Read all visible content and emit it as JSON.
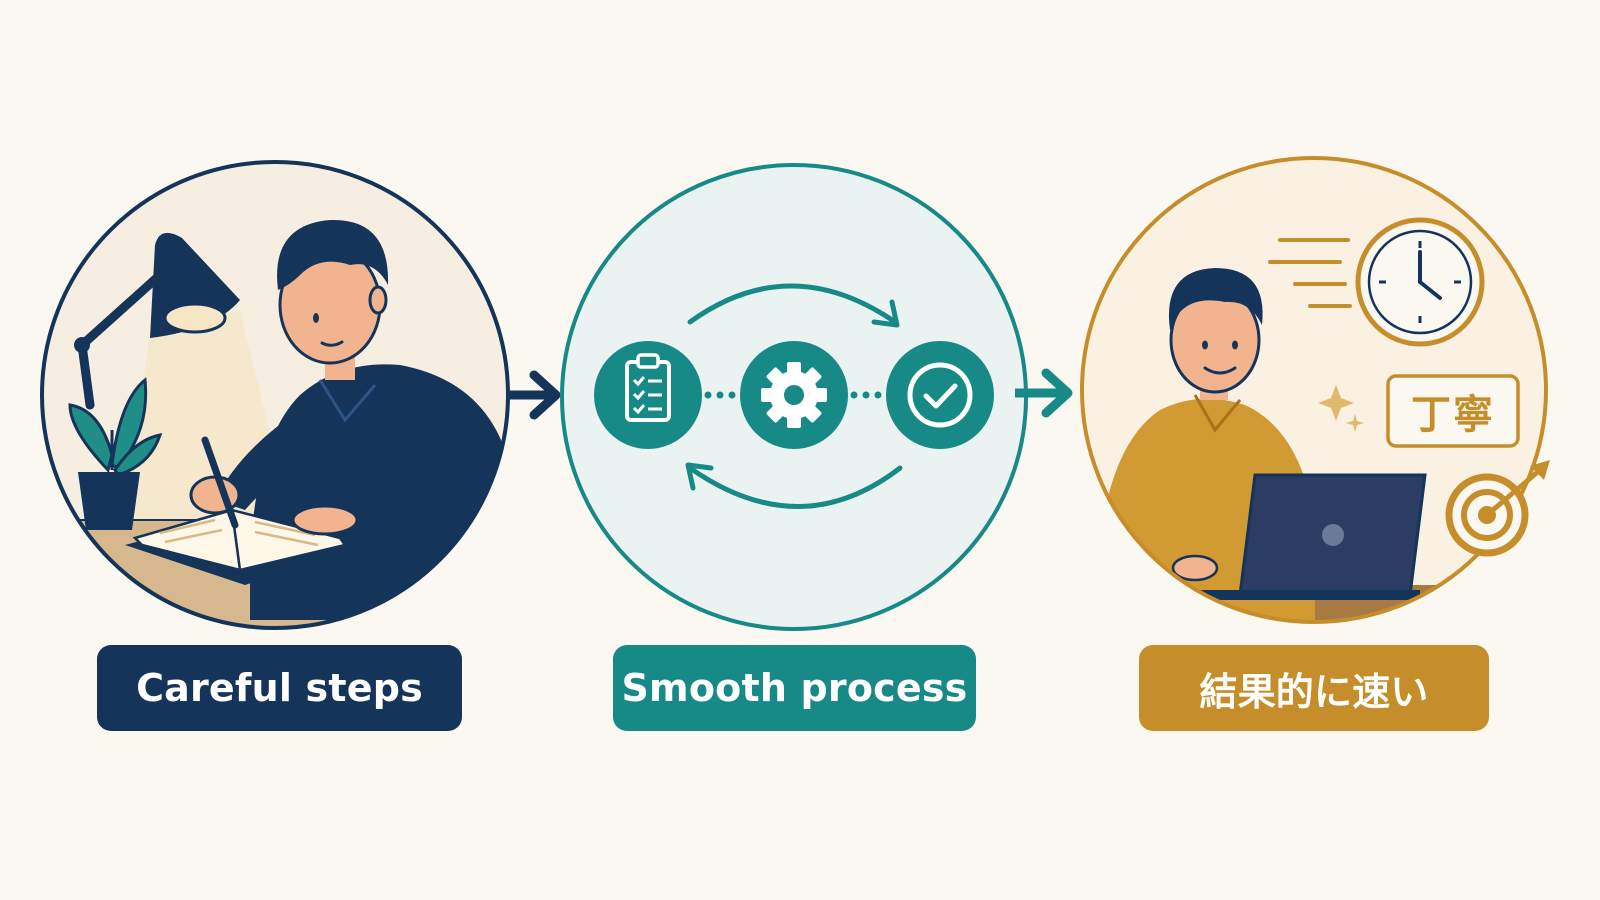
{
  "steps": [
    {
      "label": "Careful steps"
    },
    {
      "label": "Smooth process"
    },
    {
      "label": "結果的に速い"
    }
  ],
  "badge": {
    "text": "丁寧"
  },
  "colors": {
    "navy": "#15345a",
    "teal": "#178a87",
    "gold": "#c68e2b",
    "background": "#fbf8f2"
  },
  "icons": [
    "desk-lamp-icon",
    "potted-plant-icon",
    "open-notebook-icon",
    "pen-icon",
    "clipboard-checklist-icon",
    "gear-icon",
    "checkmark-circle-icon",
    "cycle-arrow-icon",
    "arrow-right-icon",
    "clock-icon",
    "speed-lines-icon",
    "sparkle-icon",
    "target-icon",
    "laptop-icon"
  ]
}
